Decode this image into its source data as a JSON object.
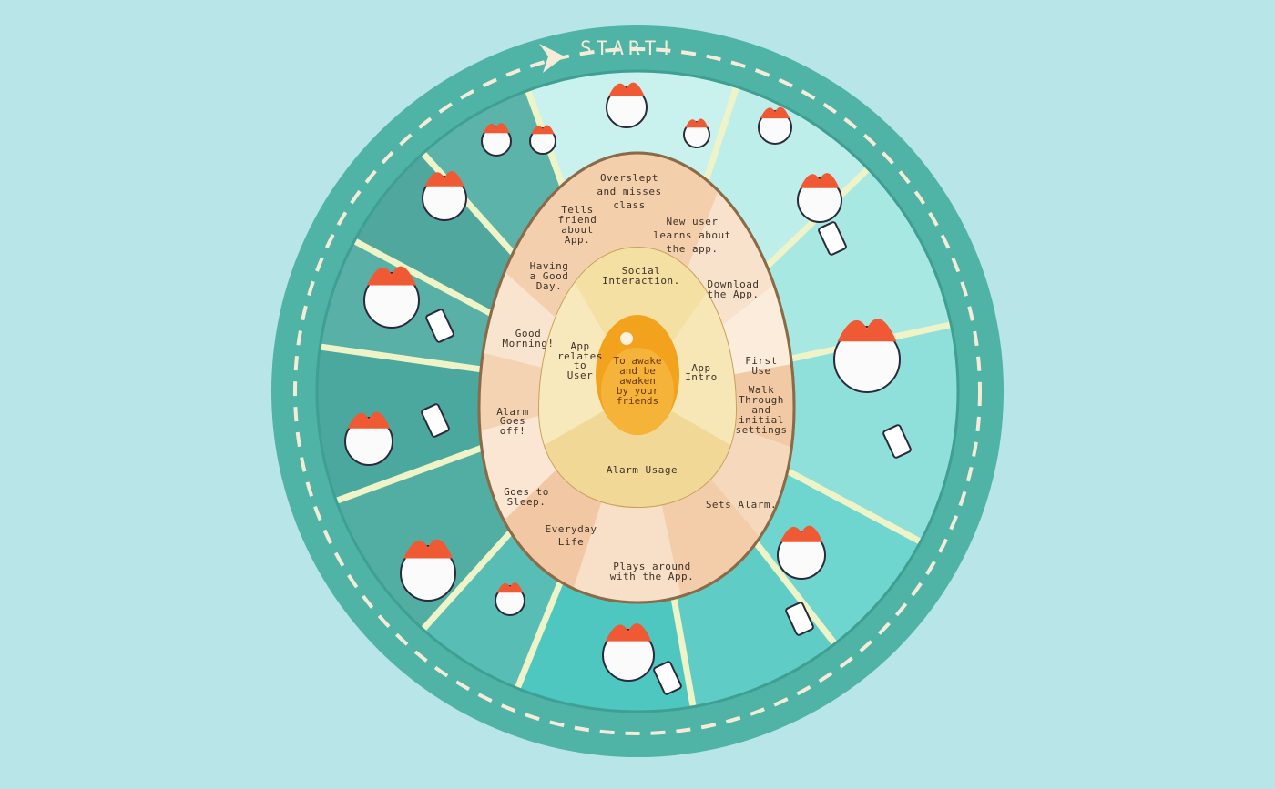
{
  "start_label": "START!",
  "core": {
    "lines": [
      "To awake",
      "and be",
      "awaken",
      "by your",
      "friends"
    ]
  },
  "inner_ring": {
    "social": [
      "Social",
      "Interaction."
    ],
    "app_intro": [
      "App",
      "Intro"
    ],
    "app_relates": [
      "App",
      "relates",
      "to",
      "User"
    ],
    "alarm_usage": [
      "Alarm Usage"
    ]
  },
  "outer_ring": {
    "overslept": [
      "Overslept",
      "and misses",
      "class"
    ],
    "new_user": [
      "New user",
      "learns about",
      "the app."
    ],
    "download": [
      "Download",
      "the App."
    ],
    "first_use": [
      "First",
      "Use"
    ],
    "walkthrough": [
      "Walk",
      "Through",
      "and",
      "initial",
      "settings"
    ],
    "sets_alarm": [
      "Sets Alarm."
    ],
    "plays_around": [
      "Plays around",
      "with the App."
    ],
    "everyday": [
      "Everyday",
      "Life"
    ],
    "goes_sleep": [
      "Goes to",
      "Sleep."
    ],
    "alarm_goes": [
      "Alarm",
      "Goes",
      "off!"
    ],
    "good_morning": [
      "Good",
      "Morning!"
    ],
    "good_day": [
      "Having",
      "a Good",
      "Day."
    ],
    "tells_friend": [
      "Tells",
      "friend",
      "about",
      "App."
    ]
  },
  "colors": {
    "background": "#b7e5e8",
    "wheel_rim": "#4fb3a6",
    "yolk": "#f3a21d"
  }
}
